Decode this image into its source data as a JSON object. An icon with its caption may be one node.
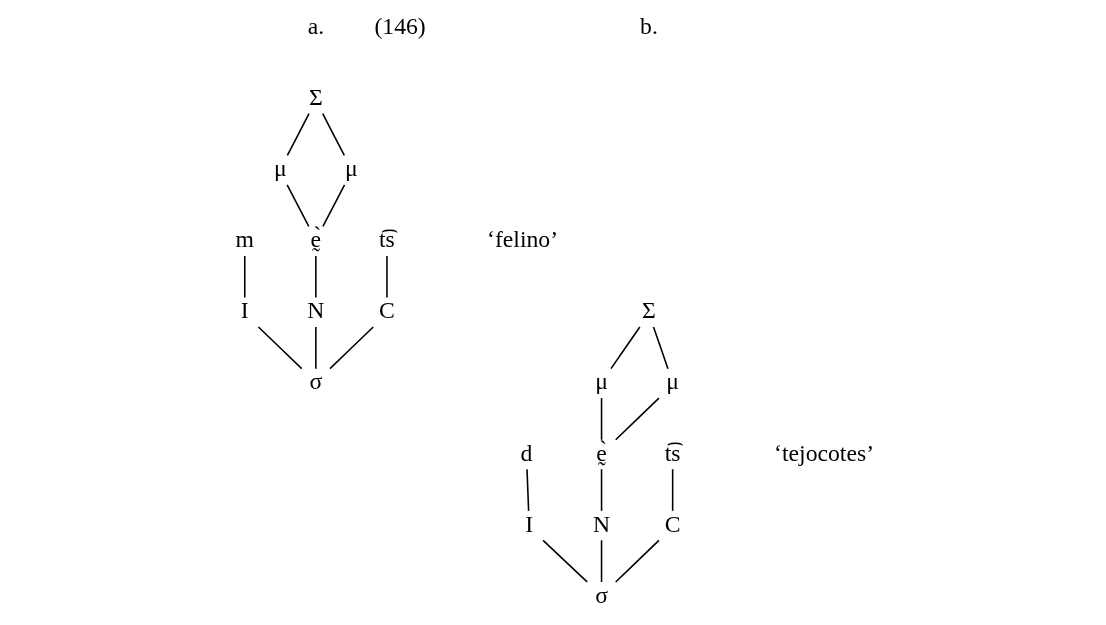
{
  "diagram": {
    "nodes": [
      {
        "text": [
          "Σ"
        ]
      },
      {
        "text": [
          "μ"
        ]
      },
      {
        "text": [
          "μ"
        ]
      },
      {
        "text": [
          "m"
        ]
      },
      {
        "text": [
          "ḛ̀"
        ]
      },
      {
        "text": [
          "t͡s"
        ]
      },
      {
        "text": [
          "I"
        ]
      },
      {
        "text": [
          "N"
        ]
      },
      {
        "text": [
          "C"
        ]
      },
      {
        "text": [
          "σ"
        ]
      },
      {
        "text": [
          "Σ"
        ]
      },
      {
        "text": [
          "μ"
        ]
      },
      {
        "text": [
          "μ"
        ]
      },
      {
        "text": [
          "d"
        ]
      },
      {
        "text": [
          "ḛ̀"
        ]
      },
      {
        "text": [
          "t͡s"
        ]
      },
      {
        "text": [
          "I"
        ]
      },
      {
        "text": [
          "N"
        ]
      },
      {
        "text": [
          "C"
        ]
      },
      {
        "text": [
          "σ"
        ]
      }
    ],
    "edges": [
      {
        "from": 0,
        "to": 1,
        "arrow": "none"
      },
      {
        "from": 0,
        "to": 2,
        "arrow": "none"
      },
      {
        "from": 1,
        "to": 4,
        "arrow": "none"
      },
      {
        "from": 2,
        "to": 4,
        "arrow": "none"
      },
      {
        "from": 3,
        "to": 6,
        "arrow": "none"
      },
      {
        "from": 4,
        "to": 7,
        "arrow": "none"
      },
      {
        "from": 5,
        "to": 8,
        "arrow": "none"
      },
      {
        "from": 6,
        "to": 9,
        "arrow": "none"
      },
      {
        "from": 7,
        "to": 9,
        "arrow": "none"
      },
      {
        "from": 8,
        "to": 9,
        "arrow": "none"
      },
      {
        "from": 10,
        "to": 11,
        "arrow": "none"
      },
      {
        "from": 10,
        "to": 12,
        "arrow": "none"
      },
      {
        "from": 11,
        "to": 14,
        "arrow": "none"
      },
      {
        "from": 12,
        "to": 14,
        "arrow": "none"
      },
      {
        "from": 13,
        "to": 16,
        "arrow": "none"
      },
      {
        "from": 14,
        "to": 17,
        "arrow": "none"
      },
      {
        "from": 15,
        "to": 18,
        "arrow": "none"
      },
      {
        "from": 16,
        "to": 19,
        "arrow": "none"
      },
      {
        "from": 17,
        "to": 19,
        "arrow": "none"
      },
      {
        "from": 18,
        "to": 19,
        "arrow": "none"
      }
    ],
    "labels": [
      "(146)",
      "a.",
      "b.",
      "‘felino’",
      "‘tejocotes’"
    ]
  }
}
